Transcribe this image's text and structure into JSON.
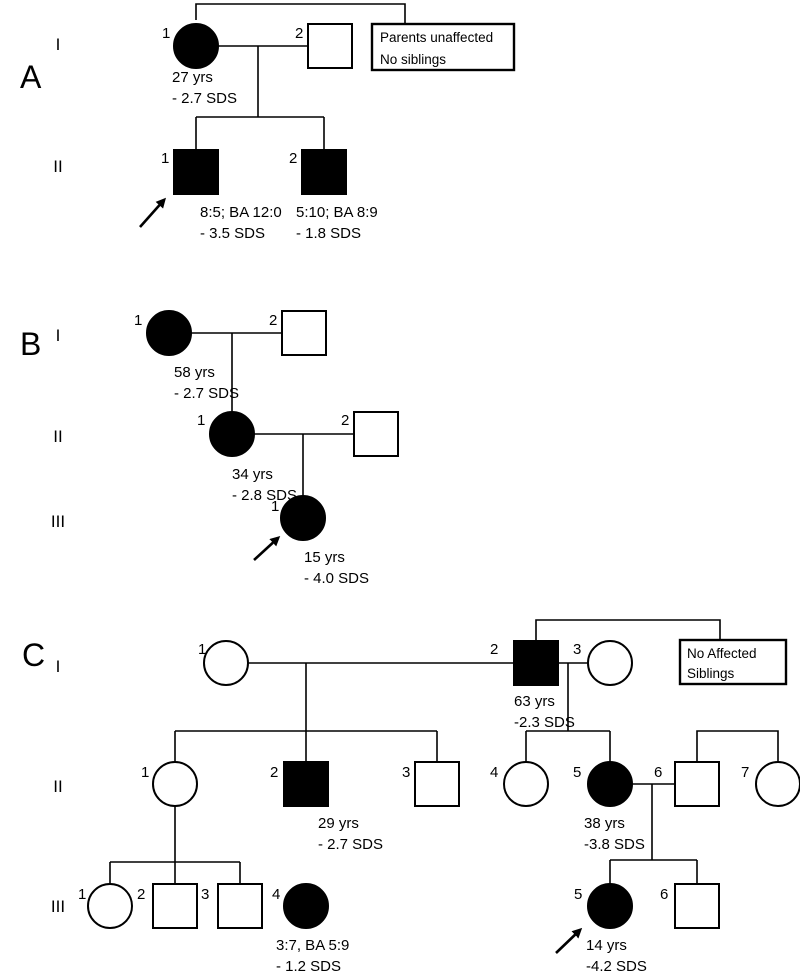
{
  "panels": {
    "A": {
      "label": "A",
      "generations": [
        "I",
        "II"
      ],
      "note": [
        "Parents unaffected",
        "No siblings"
      ],
      "individuals": {
        "I1": {
          "num": "1",
          "sex": "female",
          "affected": true,
          "info": [
            "27 yrs",
            "- 2.7 SDS"
          ]
        },
        "I2": {
          "num": "2",
          "sex": "male",
          "affected": false,
          "info": []
        },
        "II1": {
          "num": "1",
          "sex": "male",
          "affected": true,
          "proband": true,
          "info": [
            "8:5; BA 12:0",
            "- 3.5 SDS"
          ]
        },
        "II2": {
          "num": "2",
          "sex": "male",
          "affected": true,
          "info": [
            "5:10; BA 8:9",
            "- 1.8 SDS"
          ]
        }
      }
    },
    "B": {
      "label": "B",
      "generations": [
        "I",
        "II",
        "III"
      ],
      "individuals": {
        "I1": {
          "num": "1",
          "sex": "female",
          "affected": true,
          "info": [
            "58 yrs",
            "- 2.7 SDS"
          ]
        },
        "I2": {
          "num": "2",
          "sex": "male",
          "affected": false,
          "info": []
        },
        "II1": {
          "num": "1",
          "sex": "female",
          "affected": true,
          "info": [
            "34 yrs",
            "- 2.8 SDS"
          ]
        },
        "II2": {
          "num": "2",
          "sex": "male",
          "affected": false,
          "info": []
        },
        "III1": {
          "num": "1",
          "sex": "female",
          "affected": true,
          "proband": true,
          "info": [
            "15 yrs",
            "- 4.0 SDS"
          ]
        }
      }
    },
    "C": {
      "label": "C",
      "generations": [
        "I",
        "II",
        "III"
      ],
      "note": [
        "No Affected",
        "Siblings"
      ],
      "individuals": {
        "I1": {
          "num": "1",
          "sex": "female",
          "affected": false,
          "info": []
        },
        "I2": {
          "num": "2",
          "sex": "male",
          "affected": true,
          "info": [
            "63 yrs",
            "-2.3 SDS"
          ]
        },
        "I3": {
          "num": "3",
          "sex": "female",
          "affected": false,
          "info": []
        },
        "II1": {
          "num": "1",
          "sex": "female",
          "affected": false,
          "info": []
        },
        "II2": {
          "num": "2",
          "sex": "male",
          "affected": true,
          "info": [
            "29 yrs",
            "- 2.7 SDS"
          ]
        },
        "II3": {
          "num": "3",
          "sex": "male",
          "affected": false,
          "info": []
        },
        "II4": {
          "num": "4",
          "sex": "female",
          "affected": false,
          "info": []
        },
        "II5": {
          "num": "5",
          "sex": "female",
          "affected": true,
          "info": [
            "38 yrs",
            "-3.8 SDS"
          ]
        },
        "II6": {
          "num": "6",
          "sex": "male",
          "affected": false,
          "info": []
        },
        "II7": {
          "num": "7",
          "sex": "female",
          "affected": false,
          "info": []
        },
        "III1": {
          "num": "1",
          "sex": "female",
          "affected": false,
          "info": []
        },
        "III2": {
          "num": "2",
          "sex": "male",
          "affected": false,
          "info": []
        },
        "III3": {
          "num": "3",
          "sex": "male",
          "affected": false,
          "info": []
        },
        "III4": {
          "num": "4",
          "sex": "female",
          "affected": true,
          "info": [
            "3:7, BA 5:9",
            "- 1.2 SDS"
          ]
        },
        "III5": {
          "num": "5",
          "sex": "female",
          "affected": true,
          "proband": true,
          "info": [
            "14 yrs",
            "-4.2 SDS"
          ]
        },
        "III6": {
          "num": "6",
          "sex": "male",
          "affected": false,
          "info": []
        }
      }
    }
  }
}
